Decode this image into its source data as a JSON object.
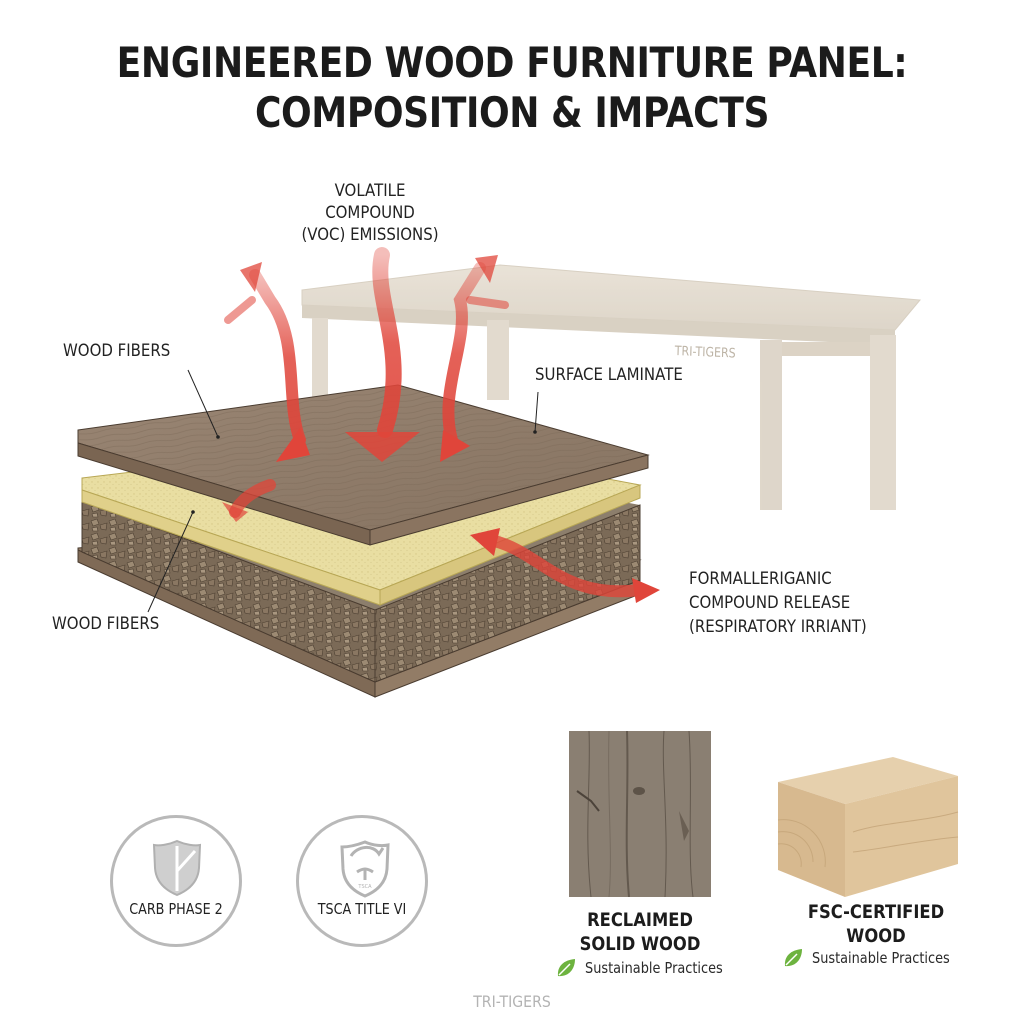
{
  "title": {
    "line1": "ENGINEERED WOOD FURNITURE PANEL:",
    "line2": "COMPOSITION & IMPACTS"
  },
  "diagram": {
    "labels": {
      "voc": [
        "VOLATILE",
        "COMPOUND",
        "(VOC) EMISSIONS)"
      ],
      "wood_fibers_top": "WOOD FIBERS",
      "surface_laminate": "SURFACE LAMINATE",
      "wood_fibers_bottom": "WOOD FIBERS",
      "formaldehyde": [
        "FORMALLERIGANIC",
        "COMPOUND RELEASE",
        "(RESPIRATORY IRRIANT)"
      ]
    },
    "table_watermark": "TRI-TIGERS",
    "layers": [
      {
        "name": "surface laminate",
        "color": "#8f7b68"
      },
      {
        "name": "resin/adhesive layer",
        "color": "#e8dc9a"
      },
      {
        "name": "particle core",
        "color": "#6e5e4d"
      },
      {
        "name": "bottom veneer",
        "color": "#8a7360"
      }
    ],
    "arrow_color": "#e0453a"
  },
  "certifications": [
    {
      "label": "CARB PHASE 2",
      "icon": "shield-icon"
    },
    {
      "label": "TSCA TITLE VI",
      "icon": "shield-seal-icon"
    }
  ],
  "alternatives": [
    {
      "title": [
        "RECLAIMED",
        "SOLID WOOD"
      ],
      "tag": "Sustainable Practices",
      "icon": "leaf-icon"
    },
    {
      "title": [
        "FSC-CERTIFIED",
        "WOOD"
      ],
      "tag": "Sustainable Practices",
      "icon": "leaf-icon"
    }
  ],
  "colors": {
    "leaf_green": "#6db33f",
    "badge_gray": "#b9b9b9",
    "table_beige": "#ddd4c6"
  },
  "footer": "TRI-TIGERS"
}
